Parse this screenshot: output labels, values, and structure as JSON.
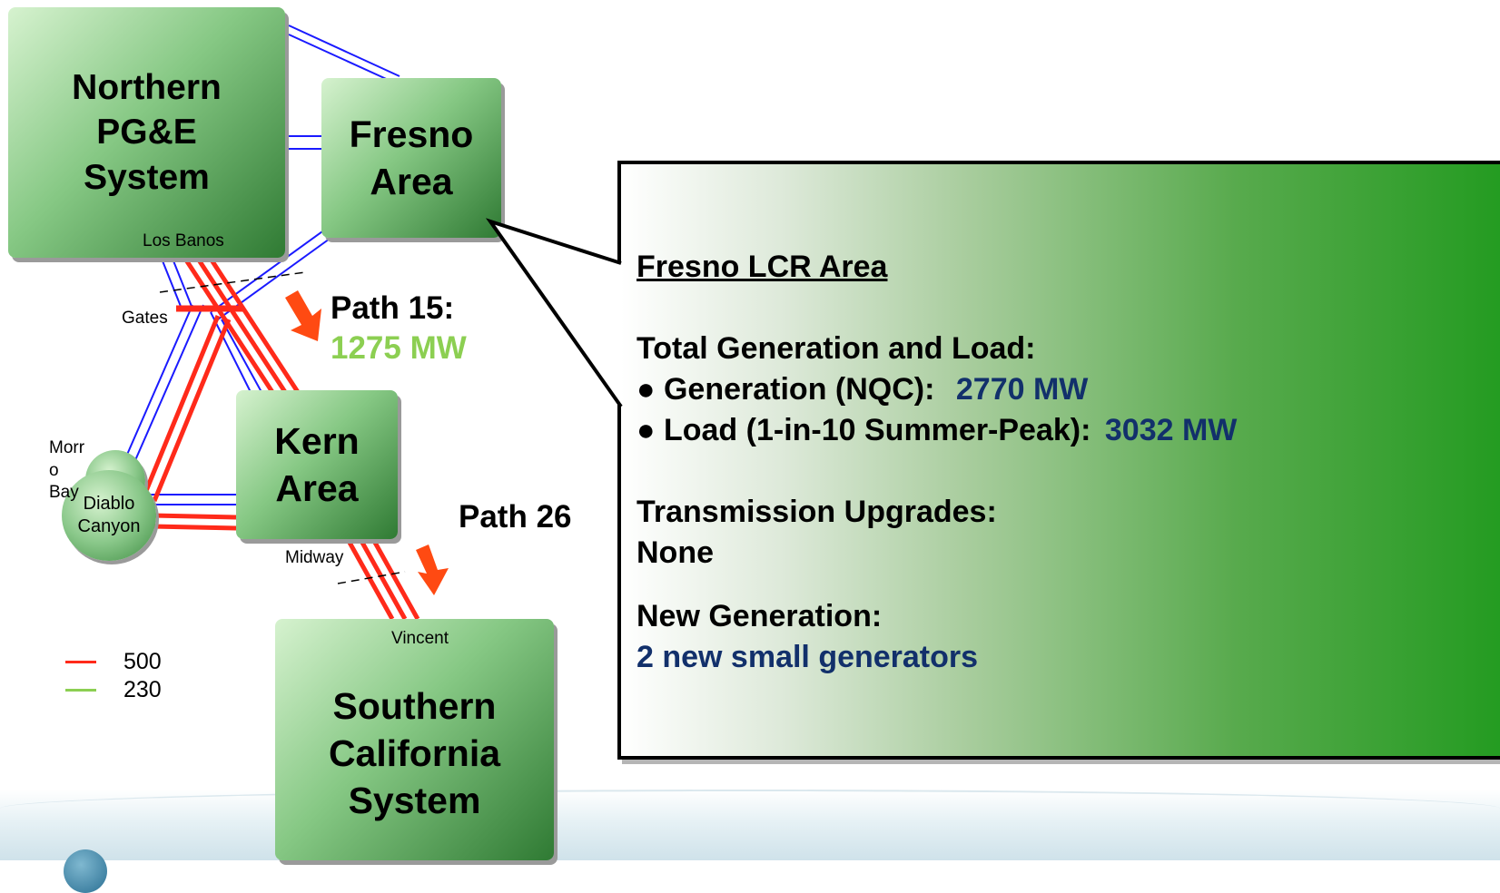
{
  "nodes": {
    "northern": {
      "title": "Northern\nPG&E\nSystem",
      "sublabel": "Los Banos"
    },
    "fresno": {
      "title": "Fresno\nArea"
    },
    "kern": {
      "title": "Kern\nArea",
      "sublabel": "Midway"
    },
    "southern": {
      "title": "Southern\nCalifornia\nSystem",
      "sublabel": "Vincent"
    },
    "diablo": {
      "title": "Diablo\nCanyon"
    }
  },
  "labels": {
    "gates": "Gates",
    "morro": "Morr\no\nBay"
  },
  "paths": {
    "path15_label": "Path 15:",
    "path15_mw": "1275 MW",
    "path26_label": "Path 26"
  },
  "legend": [
    {
      "label": "500",
      "color": "#ff2a1a"
    },
    {
      "label": "230",
      "color": "#8ccf52"
    }
  ],
  "colors": {
    "line_500": "#ff2a1a",
    "line_230": "#1a1aff",
    "arrow": "#ff4a12",
    "value_text": "#12306b"
  },
  "callout": {
    "heading": "Fresno LCR Area",
    "totals_heading": "Total Generation and Load:",
    "gen_label": "● Generation (NQC):",
    "gen_value": "2770 MW",
    "load_label": "● Load (1-in-10 Summer-Peak):",
    "load_value": "3032 MW",
    "upgrades_heading": "Transmission Upgrades:",
    "upgrades_value": "None",
    "newgen_heading": "New Generation:",
    "newgen_value": "2 new small generators"
  }
}
